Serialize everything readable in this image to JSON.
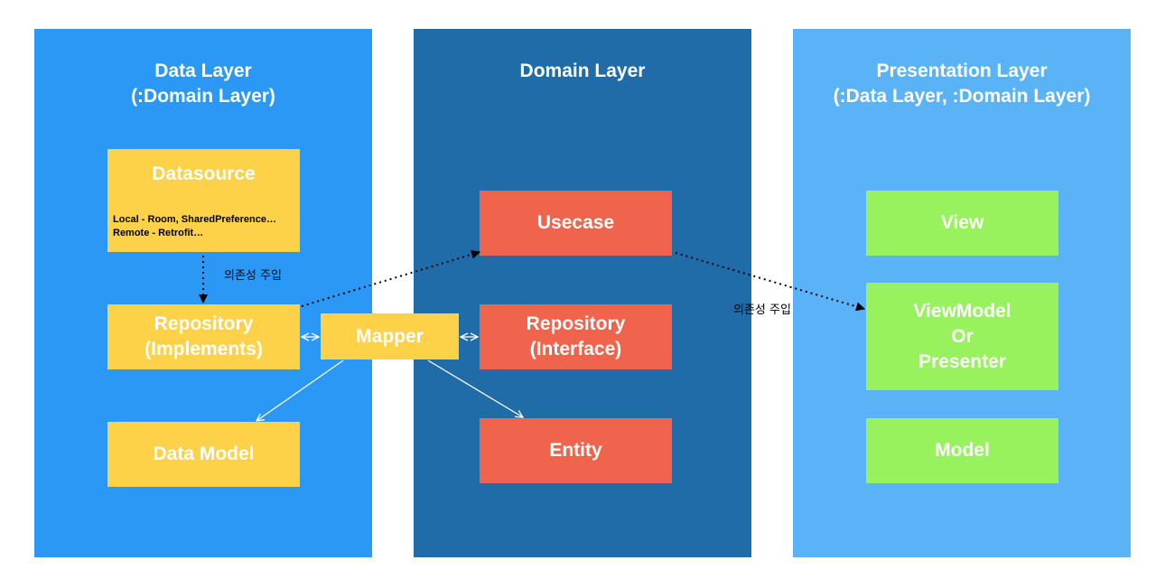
{
  "panels": {
    "data_layer": {
      "title_line1": "Data Layer",
      "title_line2": "(:Domain Layer)"
    },
    "domain_layer": {
      "title": "Domain Layer"
    },
    "presentation_layer": {
      "title_line1": "Presentation Layer",
      "title_line2": "(:Data Layer, :Domain Layer)"
    }
  },
  "boxes": {
    "datasource": {
      "title": "Datasource",
      "detail_line1": "Local - Room, SharedPreference…",
      "detail_line2": "Remote - Retrofit…"
    },
    "repository_impl": {
      "line1": "Repository",
      "line2": "(Implements)"
    },
    "data_model": "Data Model",
    "mapper": "Mapper",
    "usecase": "Usecase",
    "repository_interface": {
      "line1": "Repository",
      "line2": "(Interface)"
    },
    "entity": "Entity",
    "view": "View",
    "viewmodel": {
      "line1": "ViewModel",
      "line2": "Or",
      "line3": "Presenter"
    },
    "model": "Model"
  },
  "annotations": {
    "di_left": "의존성 주입",
    "di_right": "의존성 주입"
  },
  "colors": {
    "data_layer_bg": "#2b98f5",
    "domain_layer_bg": "#1f6ca9",
    "presentation_layer_bg": "#5bb3f7",
    "data_boxes": "#fdd249",
    "domain_boxes": "#f0634c",
    "presentation_boxes": "#97f25d"
  }
}
